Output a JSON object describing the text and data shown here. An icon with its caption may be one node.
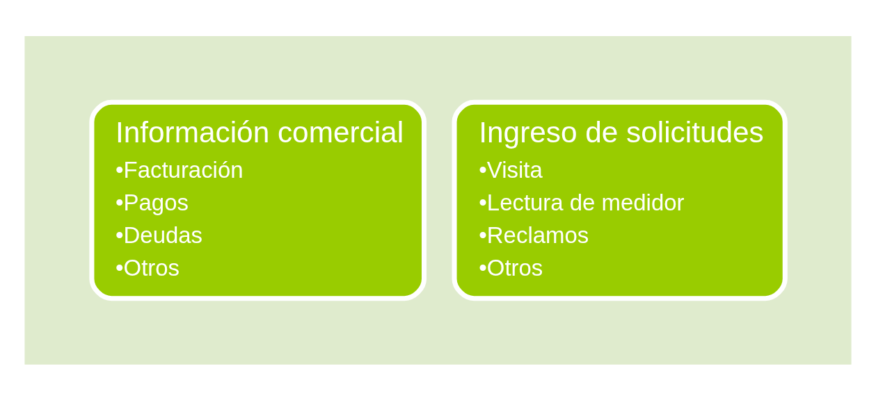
{
  "diagram": {
    "nodes": [
      {
        "text": [],
        "shape": "arrow"
      },
      {
        "text": [
          "Información comercial",
          "•Facturación",
          "•Pagos",
          "•Deudas",
          "•Otros"
        ],
        "in": 0
      },
      {
        "text": [
          "Ingreso de solicitudes",
          "•Visita",
          "•Lectura de medidor",
          "•Reclamos",
          "•Otros"
        ],
        "in": 0
      }
    ],
    "edges": []
  }
}
